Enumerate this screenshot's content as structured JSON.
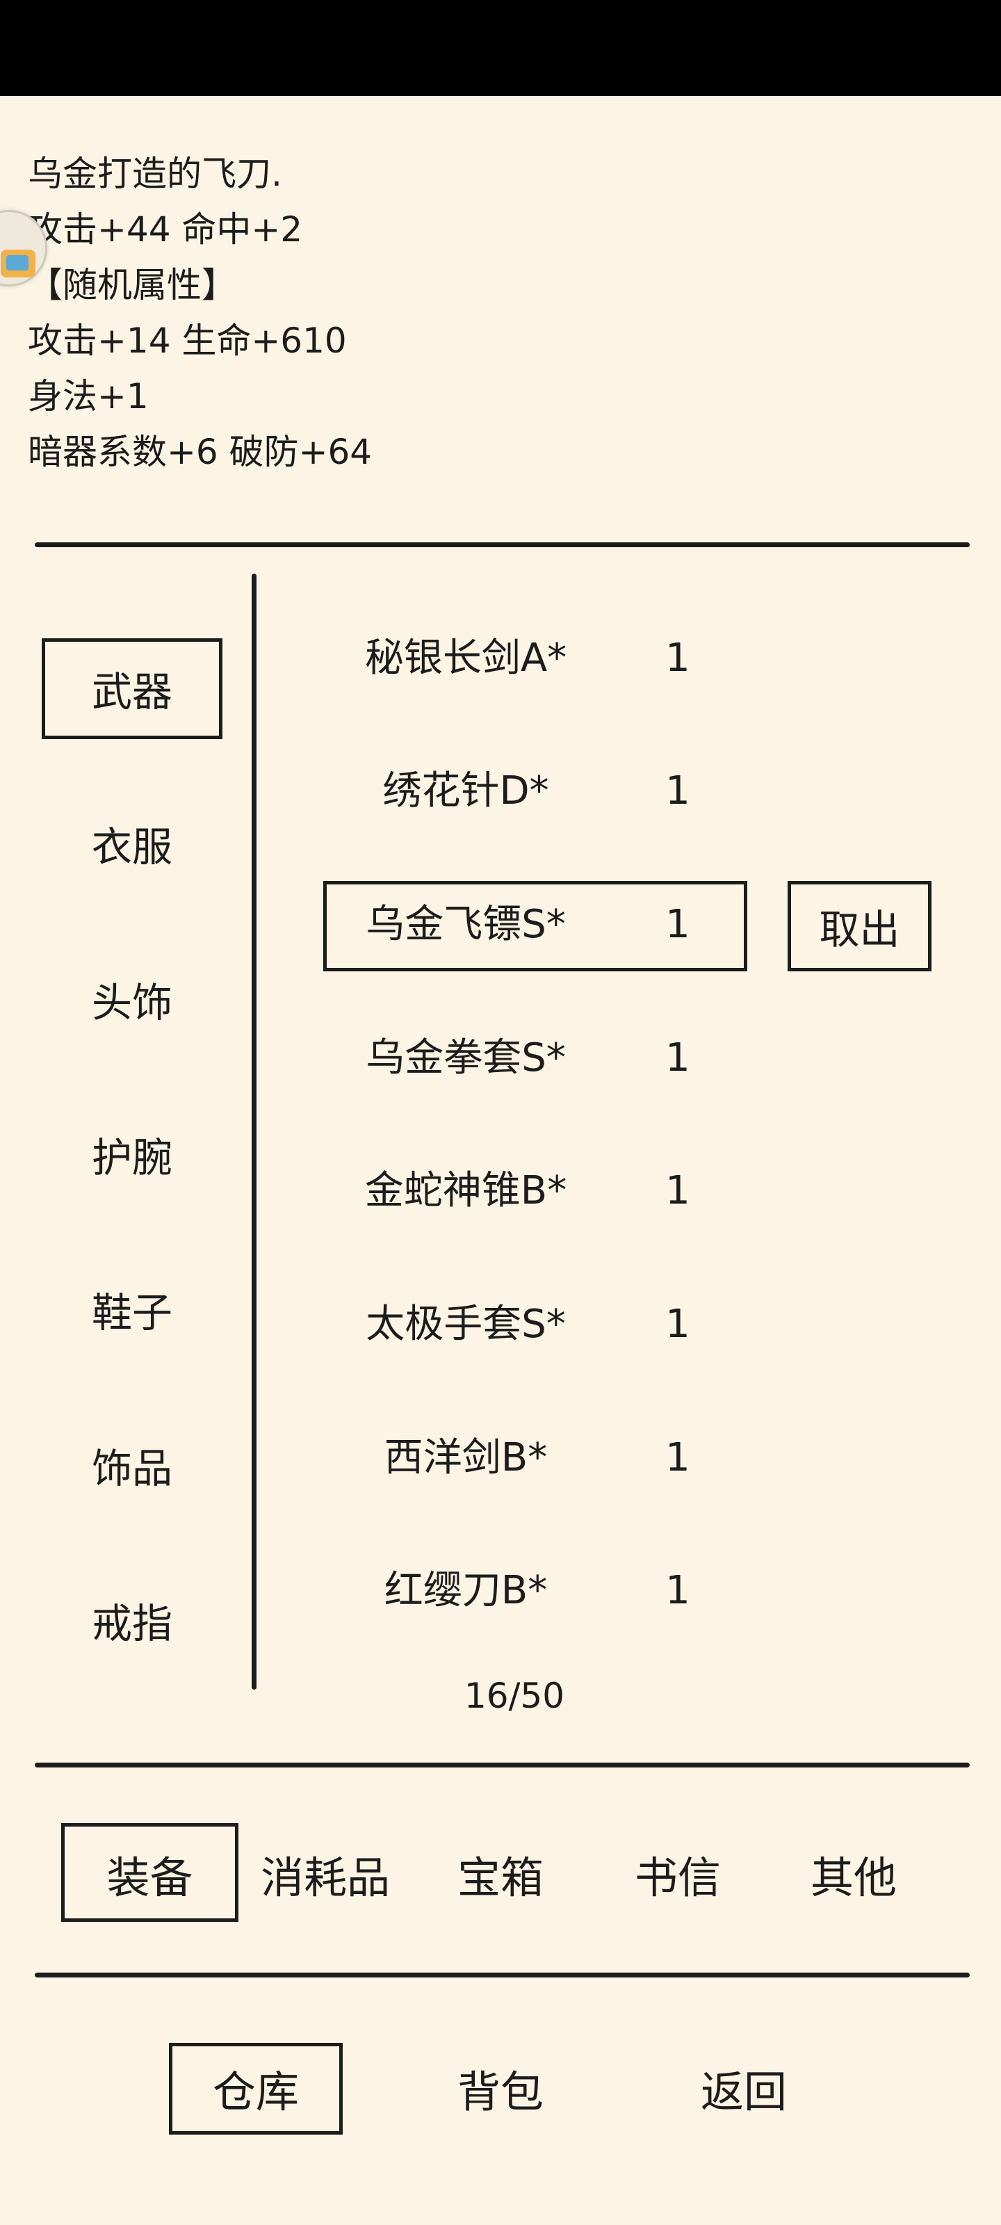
{
  "item_description": {
    "lines": [
      "乌金打造的飞刀.",
      "攻击+44 命中+2",
      "【随机属性】",
      "攻击+14 生命+610",
      "身法+1",
      "暗器系数+6 破防+64"
    ]
  },
  "categories": [
    "武器",
    "衣服",
    "头饰",
    "护腕",
    "鞋子",
    "饰品",
    "戒指"
  ],
  "selected_category": "武器",
  "items": [
    {
      "name": "秘银长剑A*",
      "qty": "1"
    },
    {
      "name": "绣花针D*",
      "qty": "1"
    },
    {
      "name": "乌金飞镖S*",
      "qty": "1"
    },
    {
      "name": "乌金拳套S*",
      "qty": "1"
    },
    {
      "name": "金蛇神锥B*",
      "qty": "1"
    },
    {
      "name": "太极手套S*",
      "qty": "1"
    },
    {
      "name": "西洋剑B*",
      "qty": "1"
    },
    {
      "name": "红缨刀B*",
      "qty": "1"
    }
  ],
  "selected_item": "乌金飞镖S*",
  "take_out_label": "取出",
  "page_count": "16/50",
  "type_tabs": [
    "装备",
    "消耗品",
    "宝箱",
    "书信",
    "其他"
  ],
  "selected_type_tab": "装备",
  "bottom_nav": [
    "仓库",
    "背包",
    "返回"
  ],
  "selected_bottom_nav": "仓库",
  "colors": {
    "background": "#fcf5e6",
    "ink": "#1c1c1c",
    "status_bar": "#000000"
  }
}
